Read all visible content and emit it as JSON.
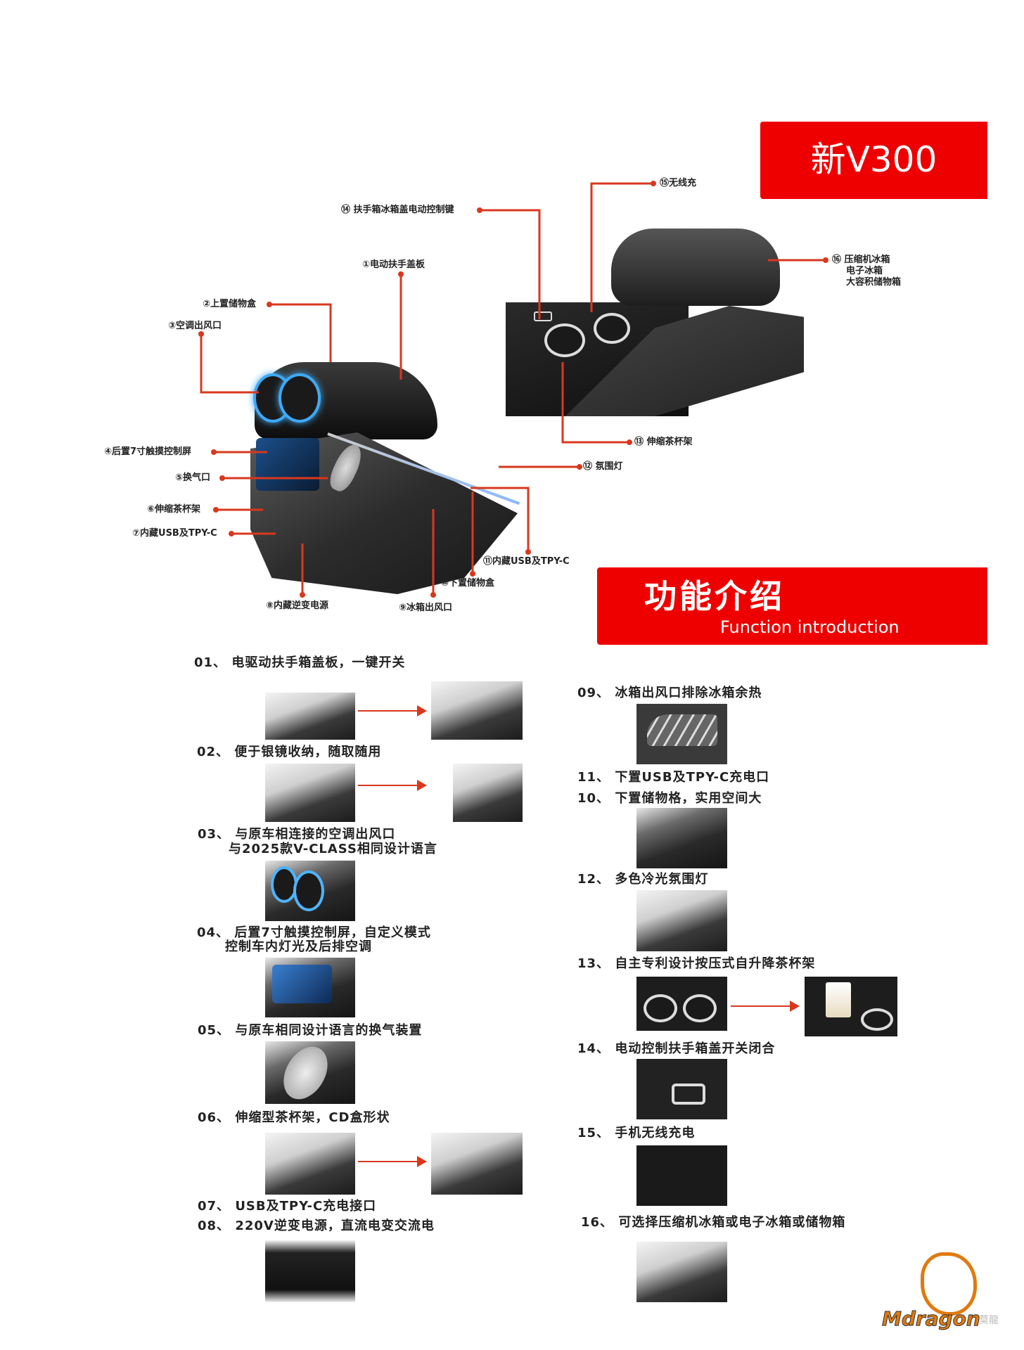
{
  "header": {
    "model_title": "新V300"
  },
  "section": {
    "title": "功能介绍",
    "subtitle": "Function introduction"
  },
  "callouts": {
    "c1": "①电动扶手盖板",
    "c2": "②上置储物盒",
    "c3": "③空调出风口",
    "c4": "④后置7寸触摸控制屏",
    "c5": "⑤换气口",
    "c6": "⑥伸缩茶杯架",
    "c7": "⑦内藏USB及TPY-C",
    "c8": "⑧内藏逆变电源",
    "c9": "⑨冰箱出风口",
    "c10": "⑩下置储物盒",
    "c11": "⑪内藏USB及TPY-C",
    "c12": "⑫ 氛围灯",
    "c13": "⑬ 伸缩茶杯架",
    "c14": "⑭ 扶手箱冰箱盖电动控制键",
    "c15": "⑮无线充",
    "c16_line1": "⑯ 压缩机冰箱",
    "c16_line2": "电子冰箱",
    "c16_line3": "大容积储物箱"
  },
  "features": {
    "f01": "01、 电驱动扶手箱盖板，一键开关",
    "f02": "02、 便于银镜收纳，随取随用",
    "f03_line1": "03、 与原车相连接的空调出风口",
    "f03_line2": "与2025款V-CLASS相同设计语言",
    "f04_line1": "04、 后置7寸触摸控制屏，自定义模式",
    "f04_line2": "控制车内灯光及后排空调",
    "f05": "05、 与原车相同设计语言的换气装置",
    "f06": "06、 伸缩型茶杯架，CD盒形状",
    "f07": "07、 USB及TPY-C充电接口",
    "f08": "08、 220V逆变电源，直流电变交流电",
    "f09": "09、 冰箱出风口排除冰箱余热",
    "f11": "11、 下置USB及TPY-C充电口",
    "f10": "10、 下置储物格，实用空间大",
    "f12": "12、 多色冷光氛围灯",
    "f13": "13、 自主专利设计按压式自升降茶杯架",
    "f14": "14、 电动控制扶手箱盖开关闭合",
    "f15": "15、 手机无线充电",
    "f16": "16、 可选择压缩机冰箱或电子冰箱或储物箱"
  },
  "logo": {
    "text": "Mdragon",
    "suffix": "莫龍"
  },
  "colors": {
    "brand_red": "#ee0000",
    "line_red": "#d9381e"
  }
}
